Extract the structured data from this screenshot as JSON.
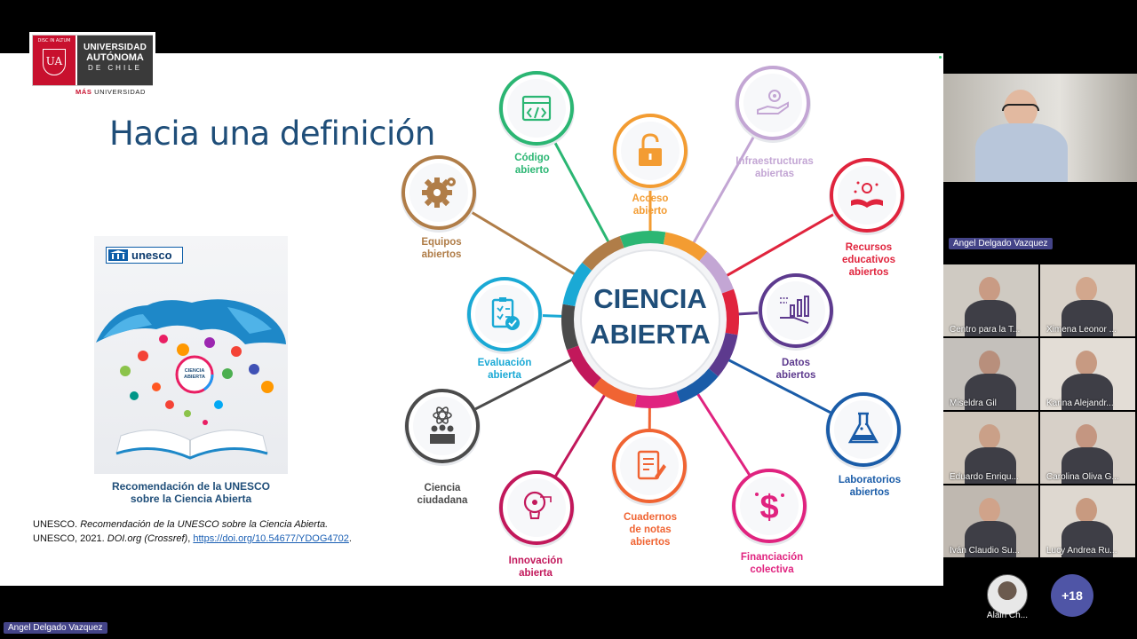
{
  "slide": {
    "title": "Hacia una definición",
    "logo": {
      "top_text": "DISC IN ALTUM",
      "monogram": "UA",
      "line1": "UNIVERSIDAD",
      "line2": "AUTÓNOMA",
      "line3": "DE CHILE",
      "tag_bold": "MÁS",
      "tag_rest": " UNIVERSIDAD"
    },
    "book": {
      "brand": "unesco",
      "cover_center": "CIENCIA ABIERTA",
      "caption_line1": "Recomendación de la UNESCO",
      "caption_line2": "sobre la Ciencia Abierta"
    },
    "reference": {
      "line1_plain": "UNESCO. ",
      "line1_italic": "Recomendación de la UNESCO sobre la Ciencia Abierta.",
      "line2_plain": "UNESCO, 2021. ",
      "line2_italic": "DOI.org (Crossref)",
      "line2_sep": ", ",
      "link": "https://doi.org/10.54677/YDOG4702",
      "line2_end": "."
    },
    "diagram": {
      "center_line1": "CIENCIA",
      "center_line2": "ABIERTA",
      "nodes": [
        {
          "id": "codigo",
          "line1": "Código",
          "line2": "abierto",
          "color": "#2bb673",
          "icon": "code-window-icon"
        },
        {
          "id": "acceso",
          "line1": "Acceso",
          "line2": "abierto",
          "color": "#f39c32",
          "icon": "unlocked-padlock-icon"
        },
        {
          "id": "infra",
          "line1": "Infraestructuras",
          "line2": "abiertas",
          "color": "#c3a6d4",
          "icon": "hand-gear-icon"
        },
        {
          "id": "recursos",
          "line1": "Recursos",
          "line2": "educativos",
          "line3": "abiertos",
          "color": "#e0243d",
          "icon": "open-book-icon"
        },
        {
          "id": "datos",
          "line1": "Datos",
          "line2": "abiertos",
          "color": "#5d3a8e",
          "icon": "bar-chart-hand-icon"
        },
        {
          "id": "laboratorios",
          "line1": "Laboratorios",
          "line2": "abiertos",
          "color": "#1a5ca8",
          "icon": "flask-icon"
        },
        {
          "id": "financiacion",
          "line1": "Financiación",
          "line2": "colectiva",
          "color": "#e0237f",
          "icon": "dollar-icon"
        },
        {
          "id": "cuadernos",
          "line1": "Cuadernos",
          "line2": "de notas",
          "line3": "abiertos",
          "color": "#f06433",
          "icon": "notepad-icon"
        },
        {
          "id": "innovacion",
          "line1": "Innovación",
          "line2": "abierta",
          "color": "#c2185b",
          "icon": "lightbulb-icon"
        },
        {
          "id": "ciudadana",
          "line1": "Ciencia",
          "line2": "ciudadana",
          "color": "#4b4b4b",
          "icon": "people-atom-icon"
        },
        {
          "id": "evaluacion",
          "line1": "Evaluación",
          "line2": "abierta",
          "color": "#1aa9d5",
          "icon": "checklist-icon"
        },
        {
          "id": "equipos",
          "line1": "Equipos",
          "line2": "abiertos",
          "color": "#b07d48",
          "icon": "gears-icon"
        }
      ]
    }
  },
  "meeting": {
    "active_speaker": "Angel Delgado Vazquez",
    "presenter": "Angel Delgado Vazquez",
    "participants": [
      "Centro para la T...",
      "Ximena Leonor ...",
      "Miseldra Gil",
      "Karina Alejandr...",
      "Eduardo Enriqu...",
      "Carolina Oliva G...",
      "Iván Claudio Su...",
      "Lucy Andrea Ru..."
    ],
    "extra_participant": "Alain Ch...",
    "more_count": "+18"
  }
}
